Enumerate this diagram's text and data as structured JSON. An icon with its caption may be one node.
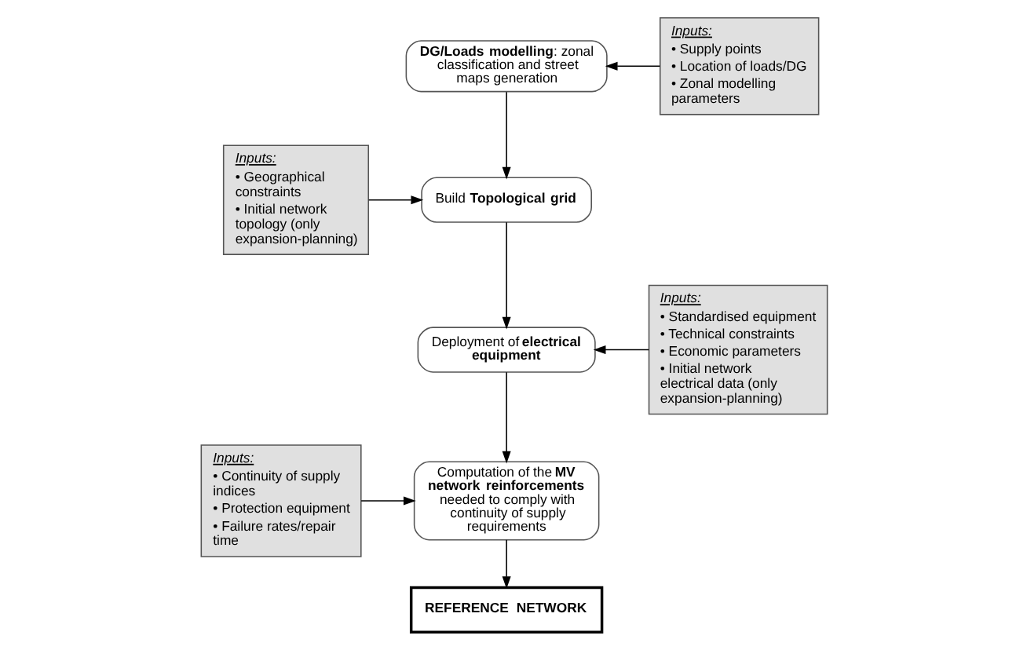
{
  "diagram": {
    "nodes": [
      {
        "text": [
          "**DG/Loads modelling**: zonal classification and street maps generation"
        ]
      },
      {
        "text": [
          "Inputs:",
          "• Supply points",
          "• Location of loads/DG",
          "• Zonal modelling parameters"
        ]
      },
      {
        "text": [
          "Inputs:",
          "• Geographical constraints",
          "• Initial network topology (only expansion-planning)"
        ]
      },
      {
        "text": [
          "Build **Topological grid**"
        ]
      },
      {
        "text": [
          "Inputs:",
          "• Standardised equipment",
          "• Technical constraints",
          "• Economic parameters",
          "• Initial network electrical data (only expansion-planning)"
        ]
      },
      {
        "text": [
          "Deployment of **electrical equipment**"
        ]
      },
      {
        "text": [
          "Inputs:",
          "• Continuity of supply indices",
          "• Protection equipment",
          "• Failure rates/repair time"
        ]
      },
      {
        "text": [
          "Computation of the **MV network reinforcements** needed to comply with continuity of supply requirements"
        ]
      },
      {
        "text": [
          "REFERENCE NETWORK"
        ]
      }
    ],
    "edges": [
      {
        "from": 1,
        "to": 0,
        "arrow": "to"
      },
      {
        "from": 0,
        "to": 3,
        "arrow": "to"
      },
      {
        "from": 2,
        "to": 3,
        "arrow": "to"
      },
      {
        "from": 3,
        "to": 5,
        "arrow": "to"
      },
      {
        "from": 4,
        "to": 5,
        "arrow": "to"
      },
      {
        "from": 5,
        "to": 7,
        "arrow": "to"
      },
      {
        "from": 6,
        "to": 7,
        "arrow": "to"
      },
      {
        "from": 7,
        "to": 8,
        "arrow": "to"
      }
    ]
  }
}
